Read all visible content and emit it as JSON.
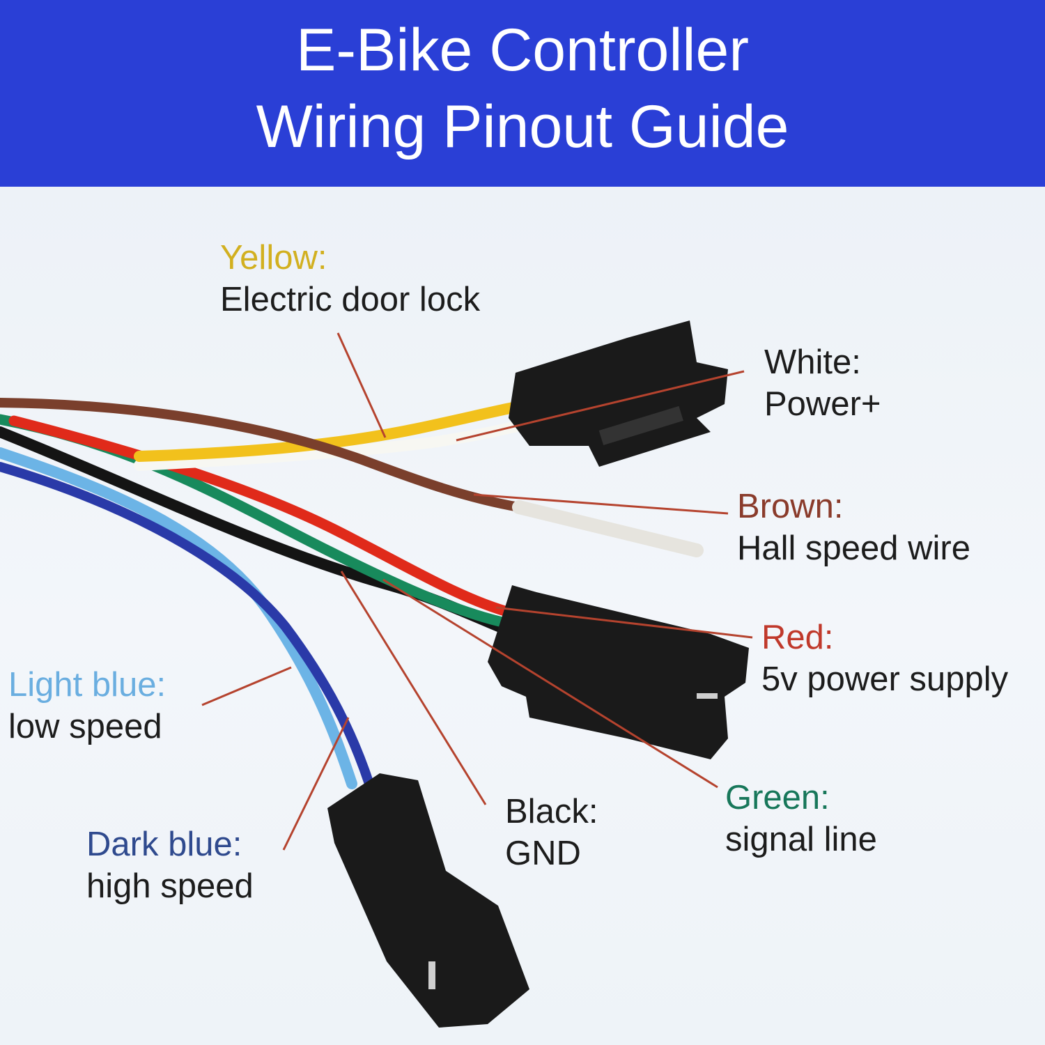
{
  "header": {
    "line1": "E-Bike Controller",
    "line2": "Wiring Pinout Guide",
    "background": "#2a3fd6"
  },
  "labels": {
    "yellow": {
      "color_name": "Yellow:",
      "function": "Electric door lock",
      "color": "#d2b020"
    },
    "white": {
      "color_name": "White:",
      "function": "Power+",
      "color": "#1c1c1c"
    },
    "brown": {
      "color_name": "Brown:",
      "function": "Hall speed wire",
      "color": "#8a3b2b"
    },
    "red": {
      "color_name": "Red:",
      "function": "5v power supply",
      "color": "#c0392b"
    },
    "green": {
      "color_name": "Green:",
      "function": "signal line",
      "color": "#17775a"
    },
    "black": {
      "color_name": "Black:",
      "function": "GND",
      "color": "#1c1c1c"
    },
    "light_blue": {
      "color_name": "Light blue:",
      "function": "low speed",
      "color": "#6aaee0"
    },
    "dark_blue": {
      "color_name": "Dark blue:",
      "function": "high speed",
      "color": "#2f4a8e"
    }
  },
  "pointer_color": "#b5432e"
}
